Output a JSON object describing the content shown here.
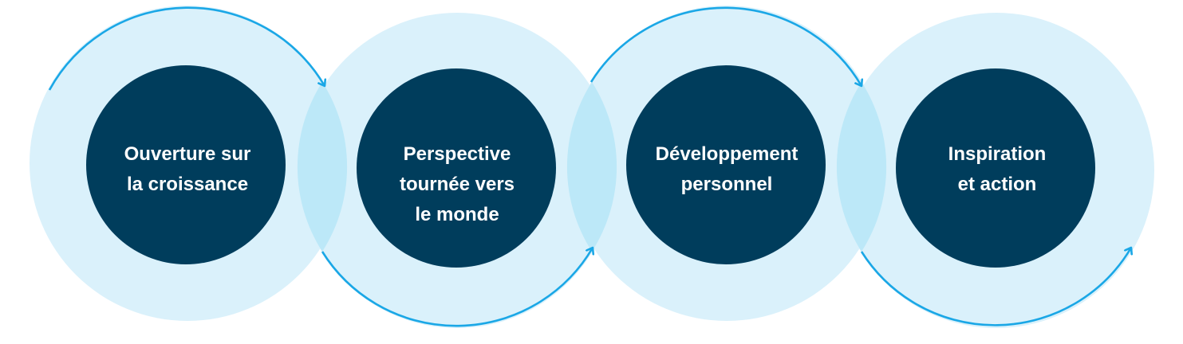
{
  "colors": {
    "background": "#ffffff",
    "outer_circle": "#daf1fb",
    "overlap": "#bce8f8",
    "inner_circle": "#003d5c",
    "arrow": "#1aa7e6",
    "label_text": "#ffffff"
  },
  "steps": [
    {
      "label": "Ouverture sur\nla croissance"
    },
    {
      "label": "Perspective\ntournée vers\nle monde"
    },
    {
      "label": "Développement\npersonnel"
    },
    {
      "label": "Inspiration\net action"
    }
  ]
}
